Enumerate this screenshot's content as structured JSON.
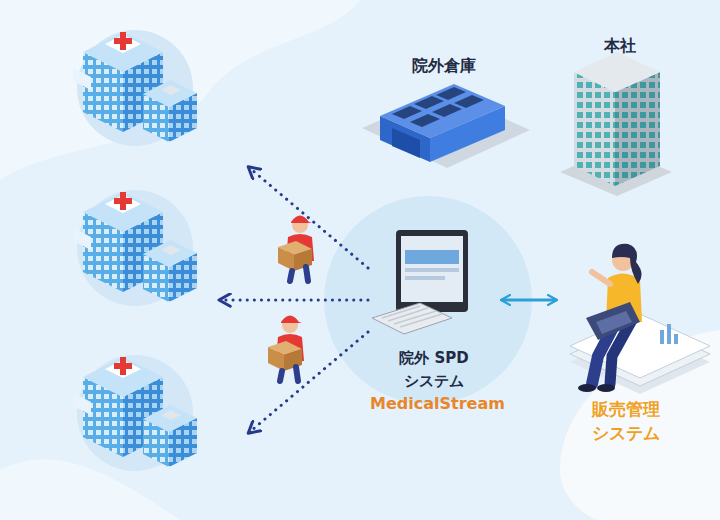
{
  "diagram": {
    "nodes": [
      {
        "text": [
          "院外倉庫"
        ]
      },
      {
        "text": [
          "本社"
        ]
      },
      {
        "text": [
          "院外 SPD システム",
          "MedicalStream"
        ]
      },
      {
        "text": [
          "販売管理 システム"
        ]
      }
    ],
    "edges": [
      {
        "from": 2,
        "to": 3,
        "arrow": "both"
      }
    ]
  }
}
